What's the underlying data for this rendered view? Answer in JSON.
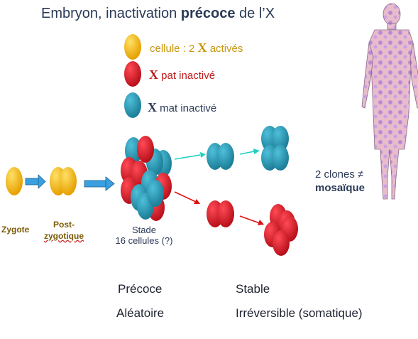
{
  "title": {
    "prefix": "Embryon, inactivation ",
    "emphasis": "précoce",
    "suffix": " de l’X"
  },
  "legend": [
    {
      "glyph": "",
      "text": "cellule : 2 ",
      "x_glyph": "X",
      "text_after": " activés",
      "color": "#c8960c"
    },
    {
      "glyph": "X",
      "text": " pat inactivé",
      "color": "#c01a1a"
    },
    {
      "glyph": "X",
      "text": " mat inactivé",
      "color": "#2b3a57"
    }
  ],
  "labels": {
    "zygote": "Zygote",
    "post_zygotique_line1": "Post-",
    "post_zygotique_line2": "zygotique",
    "stade_line1": "Stade",
    "stade_line2": "16 cellules (?)",
    "clones_line1": "2 clones ≠",
    "clones_line2": "mosaïque"
  },
  "bottom": {
    "precoce": "Précoce",
    "aleatoire": "Aléatoire",
    "stable": "Stable",
    "irreversible": "Irréversible (somatique)"
  },
  "colors": {
    "yellow": "#f5b400",
    "red": "#dc1f2a",
    "teal": "#2c9cb8",
    "arrow_blue": "#3aa0e0",
    "arrow_cyan": "#1fd0c0",
    "arrow_red": "#e01010",
    "body_pink": "#e7b9c8",
    "body_purple": "#b388d4"
  },
  "icons": [
    "yellow-cell-icon",
    "red-cell-icon",
    "teal-cell-icon",
    "human-body-mosaic-icon"
  ]
}
